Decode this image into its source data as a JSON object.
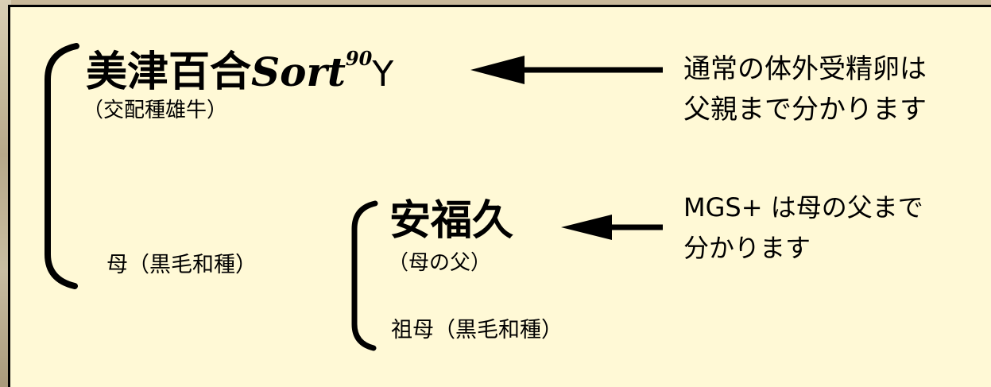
{
  "pedigree": {
    "sire": {
      "name": "美津百合",
      "name_suffix": "Sort",
      "name_superscript": "90",
      "name_end": "Y",
      "role": "（交配種雄牛）"
    },
    "dam": {
      "label": "母（黒毛和種）"
    },
    "maternal_grandsire": {
      "name": "安福久",
      "role": "（母の父）"
    },
    "granddam": {
      "label": "祖母（黒毛和種）"
    }
  },
  "notes": {
    "conventional_line1": "通常の体外受精卵は",
    "conventional_line2": "父親まで分かります",
    "mgs_line1": "MGS+ は母の父まで",
    "mgs_line2": "分かります"
  },
  "colors": {
    "panel_background": "#fff9d6",
    "text": "#000000",
    "frame": "#000000"
  },
  "icons": {
    "pointer_arrows": "left-arrow-icon",
    "brackets": "left-bracket"
  }
}
